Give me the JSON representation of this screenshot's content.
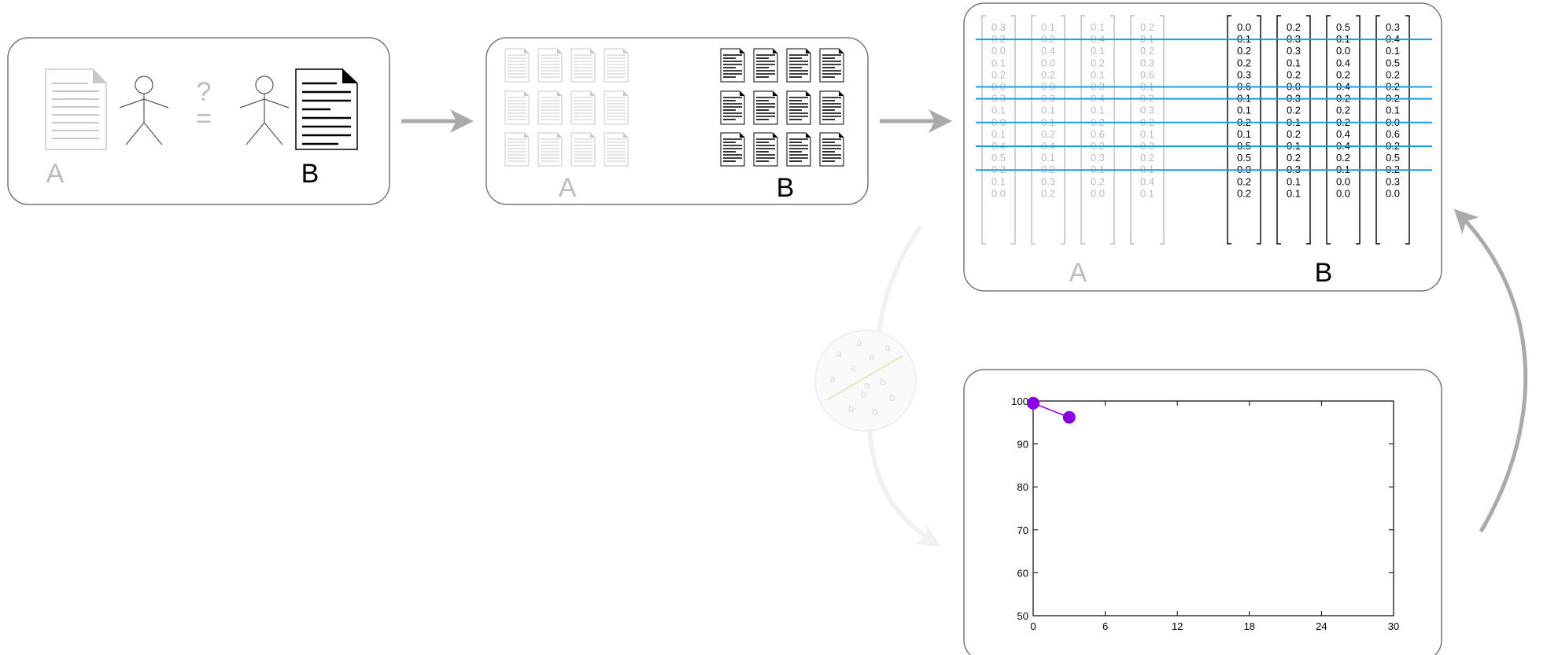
{
  "colors": {
    "panel_border": "#777777",
    "faded": "#bbbbbb",
    "dark": "#000000",
    "arrow": "#aaaaaa",
    "highlight_line": "#1a9be6",
    "series_point": "#8a00e6",
    "cluster_a": "#d8d8d8",
    "cluster_line": "#e2e6b8"
  },
  "panel1": {
    "label_a": "A",
    "label_b": "B",
    "question": "?",
    "equals": "=",
    "icons": [
      "document-icon",
      "person-icon",
      "person-icon",
      "document-icon"
    ]
  },
  "panel2": {
    "label_a": "A",
    "label_b": "B"
  },
  "panel3": {
    "label_a": "A",
    "label_b": "B",
    "matrix_a": [
      [
        "0.3",
        "0.2",
        "0.0",
        "0.1",
        "0.2",
        "0.0",
        "0.3",
        "0.1",
        "0.0",
        "0.1",
        "0.4",
        "0.5",
        "0.2",
        "0.1",
        "0.0"
      ],
      [
        "0.1",
        "0.2",
        "0.4",
        "0.0",
        "0.2",
        "0.0",
        "0.3",
        "0.1",
        "0.1",
        "0.2",
        "0.4",
        "0.1",
        "0.2",
        "0.3",
        "0.2"
      ],
      [
        "0.1",
        "0.4",
        "0.1",
        "0.2",
        "0.1",
        "0.3",
        "0.4",
        "0.1",
        "0.2",
        "0.6",
        "0.2",
        "0.3",
        "0.1",
        "0.2",
        "0.0"
      ],
      [
        "0.2",
        "0.1",
        "0.2",
        "0.3",
        "0.6",
        "0.1",
        "0.2",
        "0.3",
        "0.2",
        "0.1",
        "0.3",
        "0.2",
        "0.1",
        "0.4",
        "0.1"
      ]
    ],
    "matrix_b": [
      [
        "0.0",
        "0.1",
        "0.2",
        "0.2",
        "0.3",
        "0.6",
        "0.1",
        "0.1",
        "0.2",
        "0.1",
        "0.5",
        "0.5",
        "0.0",
        "0.2",
        "0.2"
      ],
      [
        "0.2",
        "0.3",
        "0.3",
        "0.1",
        "0.2",
        "0.0",
        "0.3",
        "0.2",
        "0.1",
        "0.2",
        "0.1",
        "0.2",
        "0.3",
        "0.1",
        "0.1"
      ],
      [
        "0.5",
        "0.1",
        "0.0",
        "0.4",
        "0.2",
        "0.4",
        "0.2",
        "0.2",
        "0.2",
        "0.4",
        "0.4",
        "0.2",
        "0.1",
        "0.0",
        "0.0"
      ],
      [
        "0.3",
        "0.4",
        "0.1",
        "0.5",
        "0.2",
        "0.2",
        "0.2",
        "0.1",
        "0.0",
        "0.6",
        "0.2",
        "0.5",
        "0.2",
        "0.3",
        "0.0"
      ]
    ],
    "highlighted_rows": [
      1,
      5,
      6,
      8,
      10,
      12
    ]
  },
  "panel4": {
    "cluster_labels_a": [
      "a",
      "a",
      "a",
      "a",
      "a",
      "a",
      "a"
    ],
    "cluster_labels_b": [
      "b",
      "b",
      "b",
      "b",
      "b"
    ]
  },
  "chart_data": {
    "type": "line",
    "x": [
      0,
      3
    ],
    "series": [
      {
        "values": [
          99.5,
          96.2
        ]
      }
    ],
    "xlim": [
      0,
      30
    ],
    "ylim": [
      50,
      100
    ],
    "xticks": [
      "0",
      "6",
      "12",
      "18",
      "24",
      "30"
    ],
    "yticks": [
      "50",
      "60",
      "70",
      "80",
      "90",
      "100"
    ],
    "xlabel": "",
    "ylabel": "",
    "title": ""
  }
}
